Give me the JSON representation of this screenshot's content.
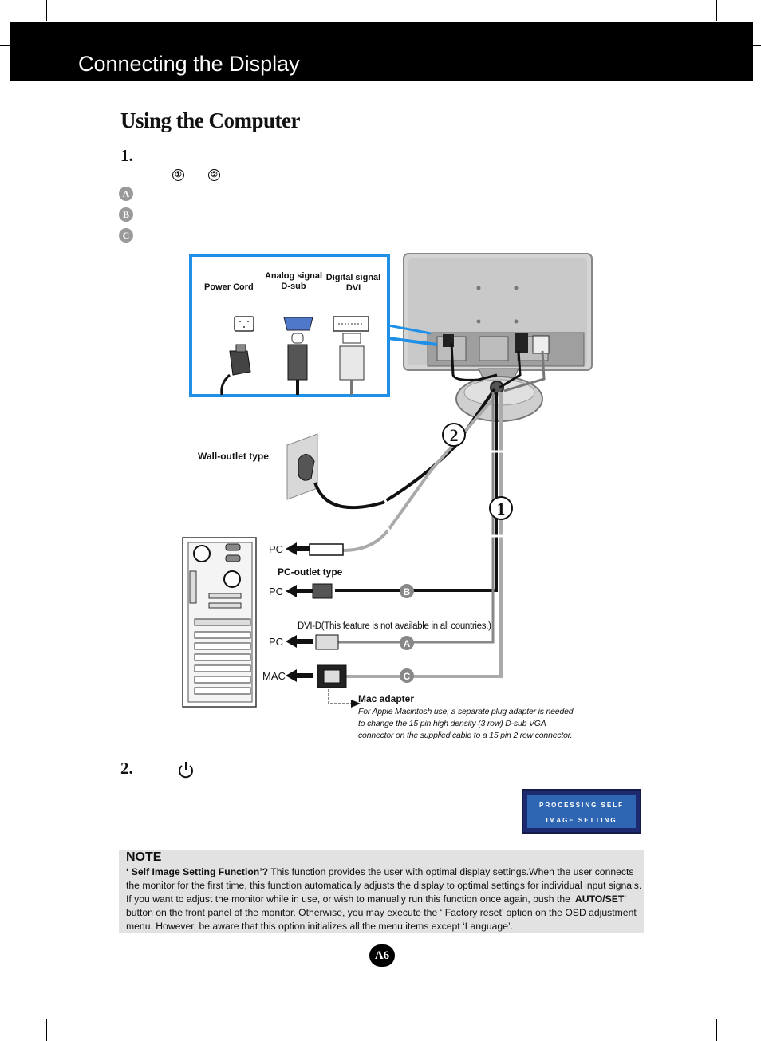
{
  "header": {
    "title": "Connecting the Display"
  },
  "section": {
    "title": "Using the Computer"
  },
  "steps": [
    {
      "number": "1.",
      "markers": [
        "①",
        "②"
      ]
    },
    {
      "number": "2."
    }
  ],
  "step1_badges": [
    "A",
    "B",
    "C"
  ],
  "connectors": {
    "power_cord": "Power Cord",
    "analog": "Analog signal\nD-sub",
    "digital": "Digital signal\nDVI"
  },
  "diagram": {
    "wall_outlet": "Wall-outlet type",
    "pc_outlet": "PC-outlet type",
    "pc_labels": [
      "PC",
      "PC",
      "PC"
    ],
    "mac_label": "MAC",
    "dvi_note": "DVI-D(This feature is not available in all countries.)",
    "cable_labels": [
      "B",
      "A",
      "C"
    ],
    "callouts": [
      "2",
      "1"
    ],
    "mac_adapter_title": "Mac adapter",
    "mac_adapter_text": "For Apple Macintosh use, a  separate plug adapter is needed to change the 15 pin high density (3 row) D-sub VGA connector on the supplied cable to a 15 pin  2 row connector."
  },
  "osd": {
    "line1": "PROCESSING SELF",
    "line2": "IMAGE SETTING"
  },
  "note": {
    "heading": "NOTE",
    "q_label": "‘ Self Image Setting Function’?",
    "text1": " This function provides the user with optimal display settings.When the user connects the monitor for the first time, this function automatically adjusts the display to optimal settings for individual input signals. If you want to adjust the monitor while in use, or wish to manually run this function once again, push the ‘",
    "button": "AUTO/SET",
    "text2": "’ button on the front panel of the monitor. Otherwise, you may execute the ‘ Factory reset’ option on the OSD adjustment menu. However, be aware that this option initializes all the menu items except ‘Language’."
  },
  "page_number": "A6",
  "colors": {
    "header_bg": "#000000",
    "highlight_border": "#1e90e8",
    "badge_gray": "#9a9a9a",
    "note_bg": "#e2e2e2"
  }
}
